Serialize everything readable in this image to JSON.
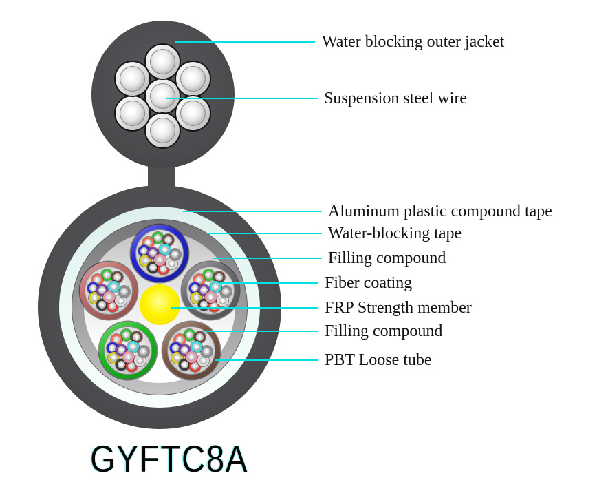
{
  "model": "GYFTC8A",
  "labels": [
    {
      "text": "Water blocking outer jacket"
    },
    {
      "text": "Suspension steel wire"
    },
    {
      "text": "Aluminum plastic compound tape"
    },
    {
      "text": "Water-blocking tape"
    },
    {
      "text": "Filling compound"
    },
    {
      "text": "Fiber coating"
    },
    {
      "text": "FRP Strength member"
    },
    {
      "text": "Filling compound"
    },
    {
      "text": "PBT Loose tube"
    }
  ],
  "colors": {
    "leader_line": "#00e2e2",
    "outer_jacket": "#4c4c4f",
    "aluminum_tape_ring": "#eaf8f5",
    "water_blocking_tape_ring": "#98989a",
    "filling_compound": "#e6e6e6",
    "frp_strength_member": "#fff200",
    "steel_wire": "#d9d9d9"
  },
  "structure": {
    "suspension_steel_wires": 7,
    "loose_tubes": 5,
    "fibers_per_tube": 12,
    "loose_tube_colors": [
      {
        "name": "blue",
        "hex": "#2326d2"
      },
      {
        "name": "gray",
        "hex": "#6e6e72"
      },
      {
        "name": "brown",
        "hex": "#7e594a"
      },
      {
        "name": "green",
        "hex": "#1ebd22"
      },
      {
        "name": "red",
        "hex": "#bd6c6a"
      }
    ],
    "fiber_colors": [
      {
        "name": "green",
        "hex": "#2fc32f"
      },
      {
        "name": "orange",
        "hex": "#f4694f"
      },
      {
        "name": "blue",
        "hex": "#2728d8"
      },
      {
        "name": "yellow",
        "hex": "#d8d023"
      },
      {
        "name": "black",
        "hex": "#3b3b3b"
      },
      {
        "name": "red",
        "hex": "#e83a30"
      },
      {
        "name": "white",
        "hex": "#dcdcdc"
      },
      {
        "name": "slate",
        "hex": "#8d8d8d"
      },
      {
        "name": "brown",
        "hex": "#6d493e"
      },
      {
        "name": "aqua",
        "hex": "#3fd9e0"
      },
      {
        "name": "violet",
        "hex": "#7b3f9e"
      },
      {
        "name": "rose",
        "hex": "#f08fa6"
      }
    ]
  }
}
